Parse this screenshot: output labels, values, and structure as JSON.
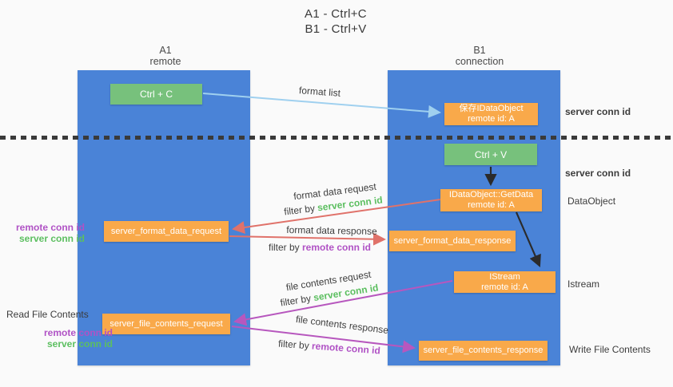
{
  "title": {
    "line1": "A1 - Ctrl+C",
    "line2": "B1 - Ctrl+V"
  },
  "lifelines": {
    "a1": {
      "name": "A1",
      "role": "remote"
    },
    "b1": {
      "name": "B1",
      "role": "connection"
    }
  },
  "nodes": {
    "ctrl_c": {
      "label": "Ctrl + C"
    },
    "ctrl_v": {
      "label": "Ctrl + V"
    },
    "save_dataobject": {
      "line1": "保存IDataObject",
      "line2": "remote id: A"
    },
    "getdata": {
      "line1": "IDataObject::GetData",
      "line2": "remote id: A"
    },
    "istream": {
      "line1": "IStream",
      "line2": "remote id: A"
    },
    "format_request": {
      "label": "server_format_data_request"
    },
    "format_response": {
      "label": "server_format_data_response"
    },
    "file_request": {
      "label": "server_file_contents_request"
    },
    "file_response": {
      "label": "server_file_contents_response"
    }
  },
  "flow_labels": {
    "format_list": "format list",
    "format_data_request": "format data request",
    "format_data_response": "format data response",
    "file_contents_request": "file contents request",
    "file_contents_response": "file contents response",
    "filter_by": "filter by ",
    "server_conn_id": "server conn id",
    "remote_conn_id": "remote conn id"
  },
  "side_labels": {
    "server_conn_id": "server conn id",
    "remote_conn_id": "remote conn id",
    "dataobject": "DataObject",
    "istream": "Istream",
    "read_file_contents": "Read File Contents",
    "write_file_contents": "Write File Contents"
  },
  "colors": {
    "lifeline_blue": "#4a83d7",
    "node_green": "#77c17c",
    "node_orange": "#f9a94a",
    "arrow_light_blue": "#9fd0ef",
    "arrow_red": "#e0726a",
    "arrow_purple": "#b757be",
    "arrow_black": "#2b2b2b",
    "text_green": "#5cbf60",
    "text_purple": "#b052c5",
    "background": "#fafafa"
  }
}
